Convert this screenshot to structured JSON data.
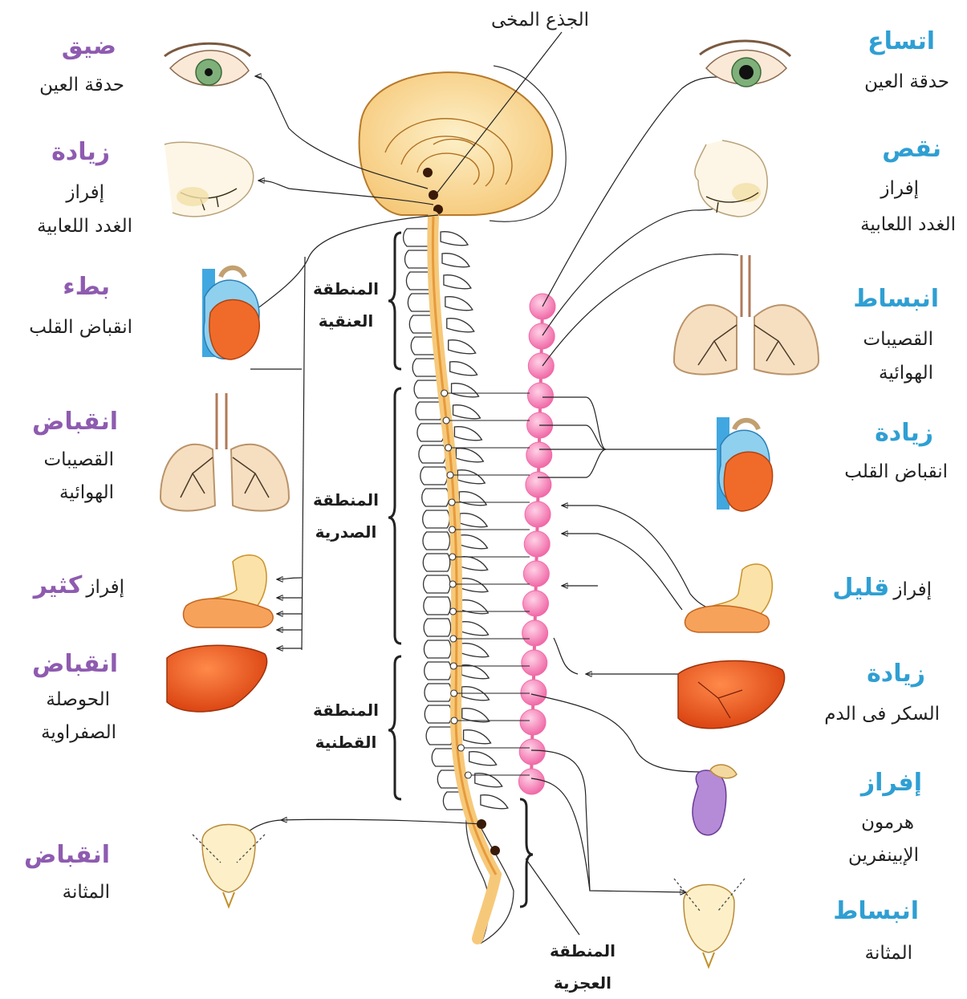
{
  "title": "الجذع المخى",
  "regions": {
    "cervical": [
      "المنطقة",
      "العنقية"
    ],
    "thoracic": [
      "المنطقة",
      "الصدرية"
    ],
    "lumbar": [
      "المنطقة",
      "القطنية"
    ],
    "sacral": [
      "المنطقة",
      "العجزية"
    ]
  },
  "left": {
    "pupil": {
      "effect": "ضيق",
      "organ": "حدقة العين"
    },
    "saliva": {
      "effect": "زيادة",
      "organ": [
        "إفراز",
        "الغدد اللعابية"
      ]
    },
    "heart": {
      "effect": "بطء",
      "organ": "انقباض القلب"
    },
    "bronchi": {
      "effect": "انقباض",
      "organ": [
        "القصيبات",
        "الهوائية"
      ]
    },
    "stomach": {
      "prefix": "إفراز",
      "effect": "كثير"
    },
    "gallbladder": {
      "effect": "انقباض",
      "organ": [
        "الحوصلة",
        "الصفراوية"
      ]
    },
    "bladder": {
      "effect": "انقباض",
      "organ": "المثانة"
    }
  },
  "right": {
    "pupil": {
      "effect": "اتساع",
      "organ": "حدقة العين"
    },
    "saliva": {
      "effect": "نقص",
      "organ": [
        "إفراز",
        "الغدد اللعابية"
      ]
    },
    "bronchi": {
      "effect": "انبساط",
      "organ": [
        "القصيبات",
        "الهوائية"
      ]
    },
    "heart": {
      "effect": "زيادة",
      "organ": "انقباض القلب"
    },
    "stomach": {
      "prefix": "إفراز",
      "effect": "قليل"
    },
    "liver": {
      "effect": "زيادة",
      "organ": "السكر فى الدم"
    },
    "adrenal": {
      "effect": "إفراز",
      "organ": [
        "هرمون",
        "الإبينفرين"
      ]
    },
    "bladder": {
      "effect": "انبساط",
      "organ": "المثانة"
    }
  },
  "colors": {
    "left_keyword": "#8e5bb0",
    "right_keyword": "#2f9fd3",
    "ganglion": "#f06aa8",
    "spinal_cord": "#f6c97a",
    "brain": "#fbe3a6",
    "liver": "#e8501e",
    "lung": "#f3d9b3",
    "kidney": "#b58ad6"
  }
}
